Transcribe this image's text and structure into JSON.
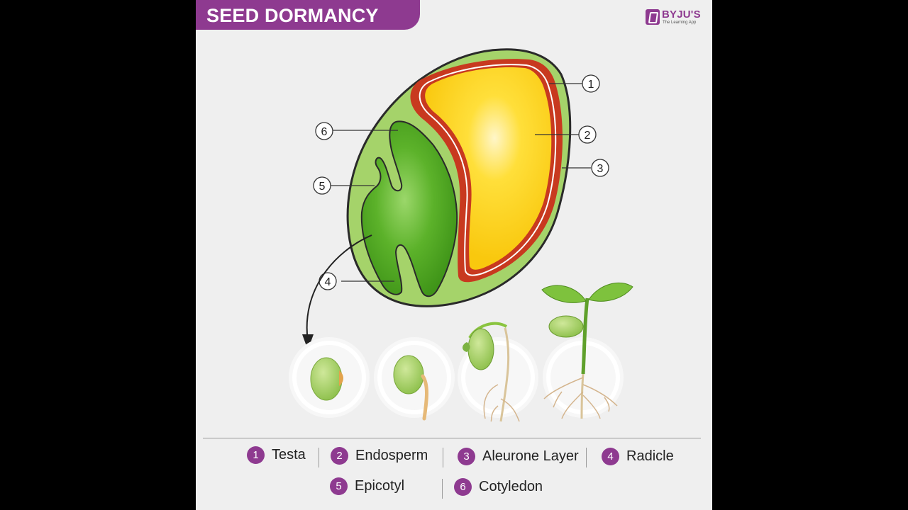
{
  "header": {
    "title": "SEED DORMANCY"
  },
  "brand": {
    "name": "BYJU'S",
    "tagline": "The Learning App",
    "color": "#8e3a90"
  },
  "callouts": [
    "1",
    "2",
    "3",
    "4",
    "5",
    "6"
  ],
  "legend": [
    {
      "number": "1",
      "label": "Testa"
    },
    {
      "number": "2",
      "label": "Endosperm"
    },
    {
      "number": "3",
      "label": "Aleurone Layer"
    },
    {
      "number": "4",
      "label": "Radicle"
    },
    {
      "number": "5",
      "label": "Epicotyl"
    },
    {
      "number": "6",
      "label": "Cotyledon"
    }
  ],
  "colors": {
    "testa": "#a5d36a",
    "aleurone": "#c8391f",
    "endosperm": "#ffd21f",
    "cotyledon": "#4ea51c",
    "accent": "#8e3a90"
  }
}
